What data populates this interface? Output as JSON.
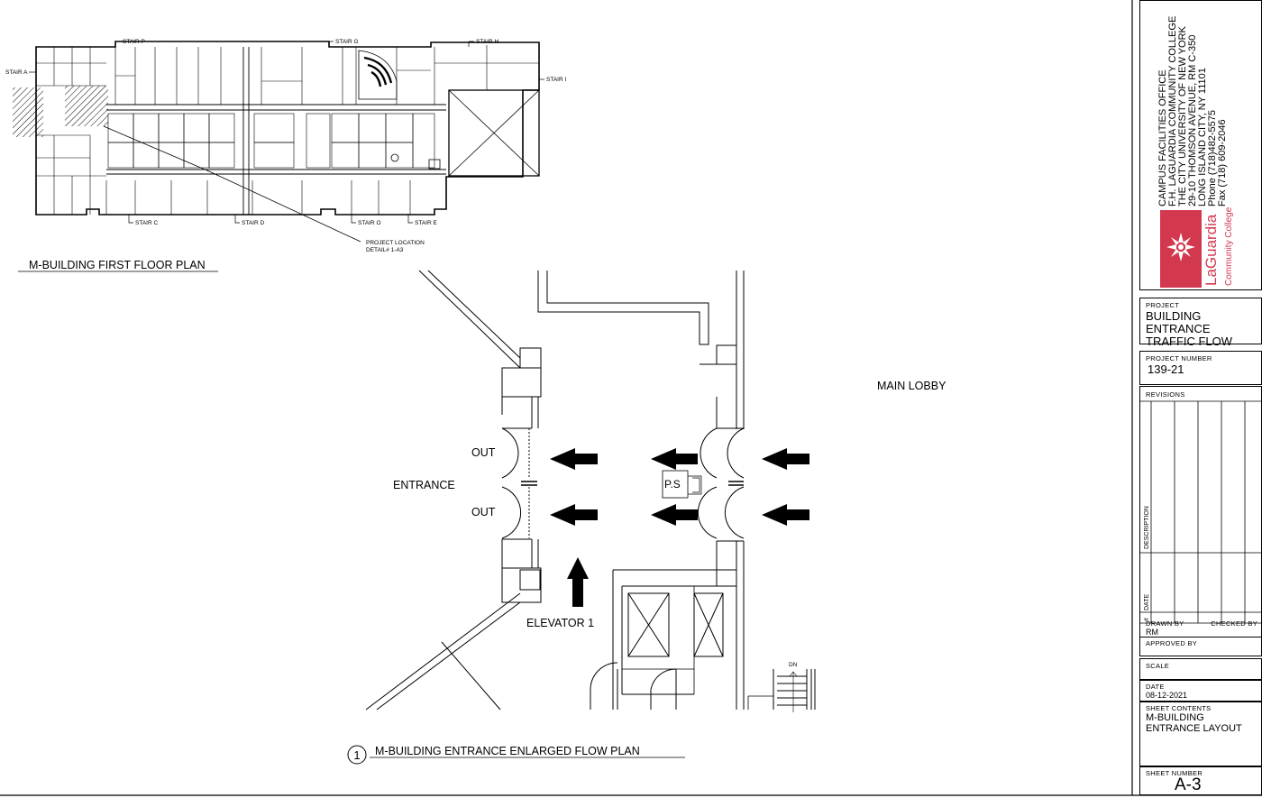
{
  "floor_plan": {
    "title": "M-BUILDING FIRST FLOOR PLAN",
    "stairs": [
      "STAIR P",
      "STAIR G",
      "STAIR H",
      "STAIR A",
      "STAIR I",
      "STAIR C",
      "STAIR D",
      "STAIR O",
      "STAIR E"
    ],
    "project_location_line1": "PROJECT LOCATION",
    "project_location_line2": "DETAIL# 1-A3"
  },
  "detail": {
    "number": "1",
    "title": "M-BUILDING ENTRANCE ENLARGED FLOW PLAN",
    "labels": {
      "main_lobby": "MAIN LOBBY",
      "entrance": "ENTRANCE",
      "out_top": "OUT",
      "out_bottom": "OUT",
      "ps": "P.S",
      "elevator": "ELEVATOR 1",
      "dn": "DN"
    }
  },
  "title_block": {
    "office": [
      "CAMPUS FACILITIES OFFICE",
      "F.H. LAGUARDIA COMMUNITY COLLEGE",
      "THE CITY UNIVERSITY OF NEW YORK",
      "29-10 THOMSON AVENUE, RM C-350",
      "LONG ISLAND CITY, NY 11101",
      "Phone (718)482-5575",
      "Fax    (718) 609-2046"
    ],
    "logo_name": "LaGuardia",
    "logo_sub": "Community College",
    "project_label": "PROJECT",
    "project_line1": "BUILDING ENTRANCE",
    "project_line2": "TRAFFIC FLOW",
    "project_number_label": "PROJECT NUMBER",
    "project_number": "139-21",
    "revisions_label": "REVISIONS",
    "description_label": "DESCRIPTION",
    "date_col_label": "DATE",
    "num_col_label": "#",
    "drawn_by_label": "DRAWN BY",
    "checked_by_label": "CHECKED BY",
    "drawn_by": "RM",
    "approved_by_label": "APPROVED BY",
    "scale_label": "SCALE",
    "date_label": "DATE",
    "date": "08-12-2021",
    "sheet_contents_label": "SHEET CONTENTS",
    "sheet_contents_line1": "M-BUILDING",
    "sheet_contents_line2": "ENTRANCE LAYOUT",
    "sheet_number_label": "SHEET NUMBER",
    "sheet_number": "A-3"
  },
  "colors": {
    "logo_red": "#d2394f"
  }
}
